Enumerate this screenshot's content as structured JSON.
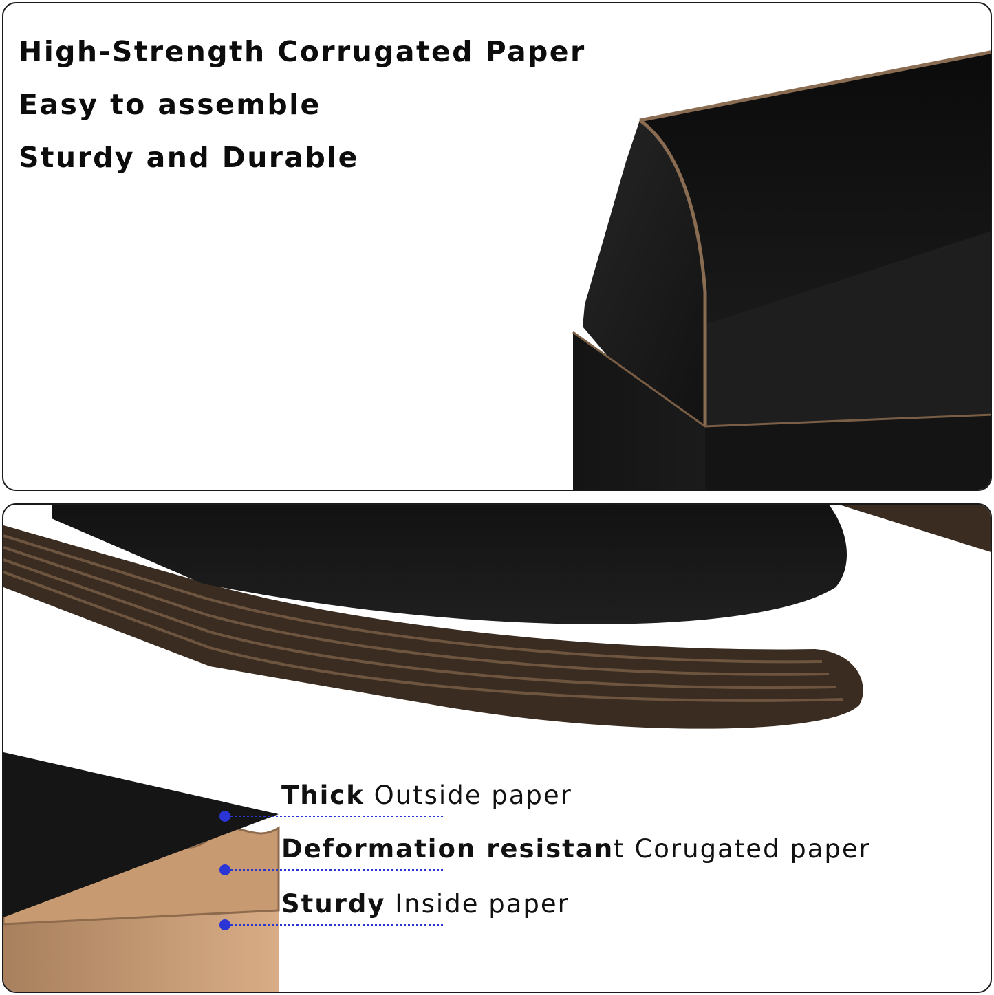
{
  "features": [
    "High-Strength Corrugated Paper",
    "Easy to assemble",
    "Sturdy and Durable"
  ],
  "layers": [
    {
      "bold": "Thick",
      "rest": " Outside paper"
    },
    {
      "bold": "Deformation resistan",
      "rest": "t Corugated paper"
    },
    {
      "bold": "Sturdy",
      "rest": " Inside paper"
    }
  ],
  "colors": {
    "accent_marker": "#2b35d6",
    "board_black": "#151515",
    "kraft": "#c89a72"
  }
}
